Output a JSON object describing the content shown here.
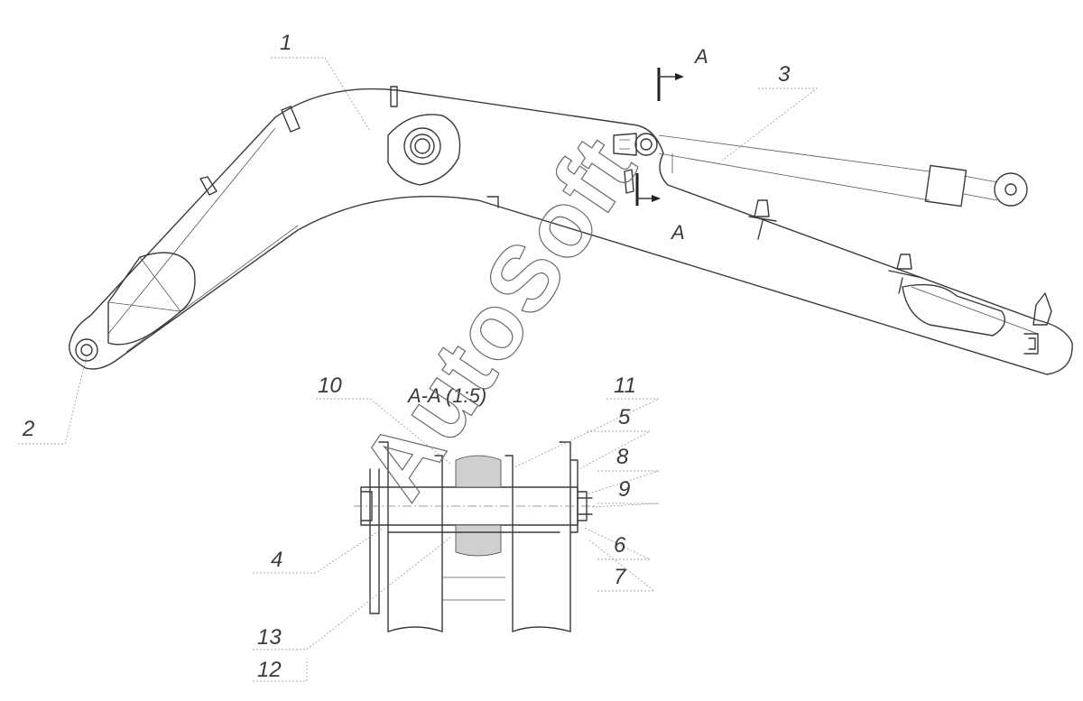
{
  "drawing": {
    "callouts": [
      "1",
      "2",
      "3",
      "4",
      "5",
      "6",
      "7",
      "8",
      "9",
      "10",
      "11",
      "12",
      "13"
    ],
    "section_mark": "A",
    "section_title": "A-A (1:5)"
  },
  "watermark": "AutoSoft"
}
